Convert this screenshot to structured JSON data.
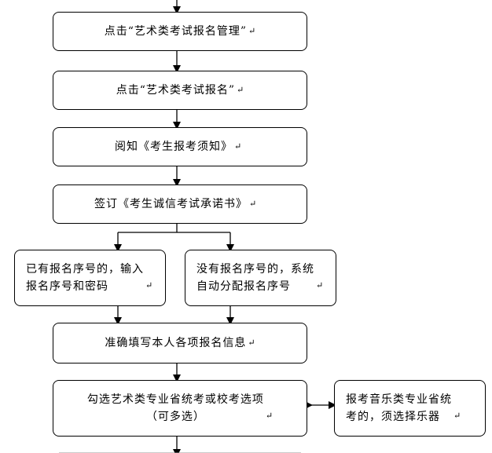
{
  "steps": {
    "s1": "点击“艺术类考试报名管理”",
    "s2": "点击“艺术类考试报名”",
    "s3": "阅知《考生报考须知》",
    "s4": "签订《考生诚信考试承诺书》",
    "s5a": "已有报名序号的，输入\n报名序号和密码",
    "s5b": "没有报名序号的，系统\n自动分配报名序号",
    "s6": "准确填写本人各项报名信息",
    "s7": "勾选艺术类专业省统考或校考选项\n（可多选）",
    "s8": "报考音乐类专业省统\n考的，须选择乐器"
  },
  "return_mark": "↵"
}
